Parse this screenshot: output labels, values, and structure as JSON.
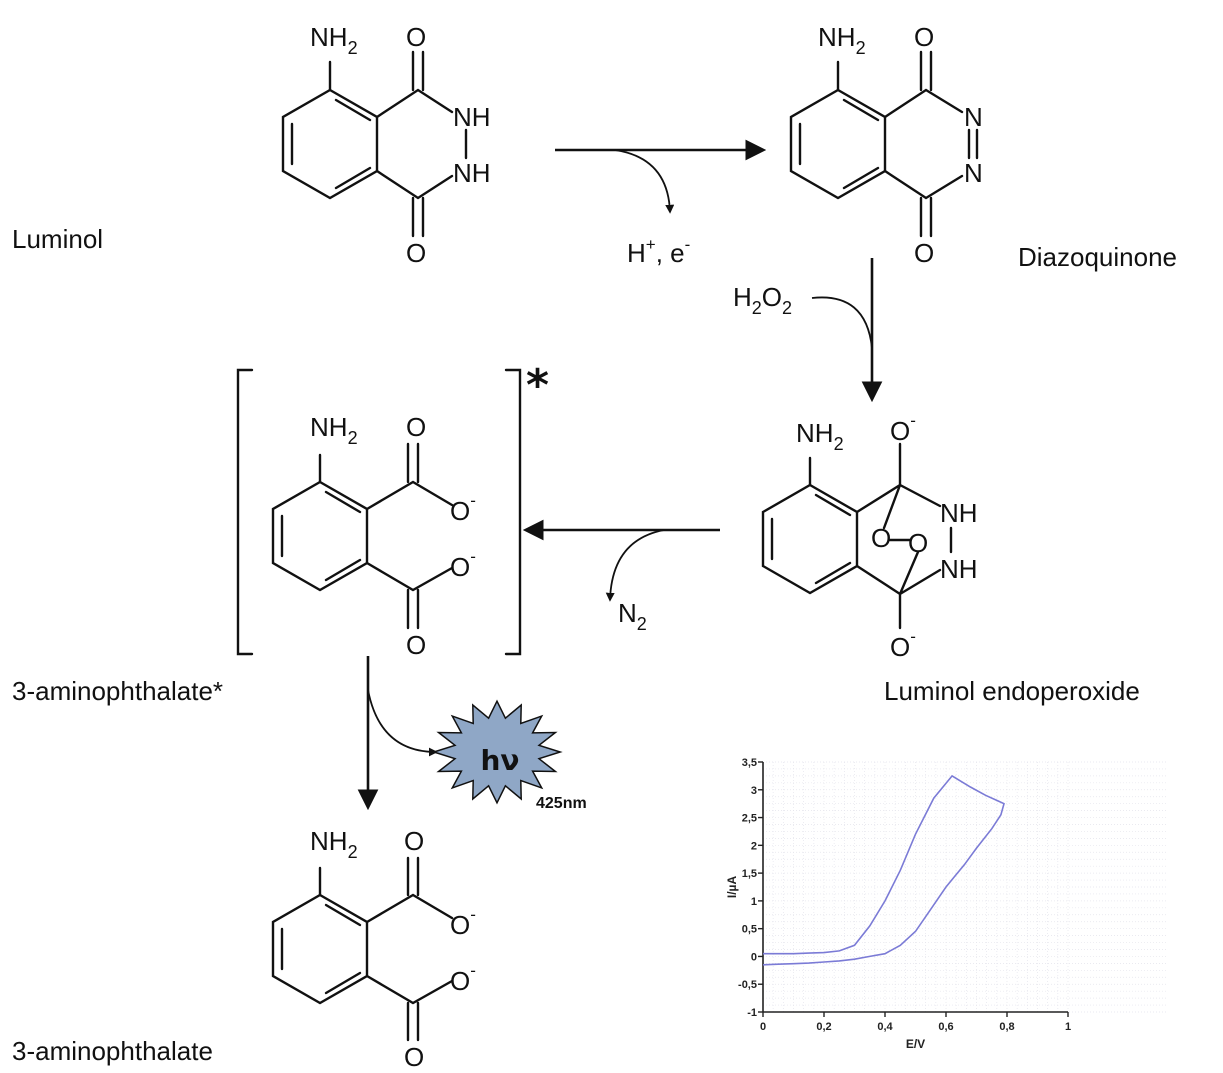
{
  "labels": {
    "luminol": "Luminol",
    "diazoquinone": "Diazoquinone",
    "endoperoxide": "Luminol endoperoxide",
    "aminophthalate_star": "3-aminophthalate*",
    "aminophthalate": "3-aminophthalate"
  },
  "atoms": {
    "nh2_main": "NH",
    "nh2_sub": "2",
    "o": "O",
    "nh": "NH",
    "n": "N",
    "o_minus": "-"
  },
  "reagents": {
    "step1_h": "H",
    "step1_plus": "+",
    "step1_e": ", e",
    "step1_minus": "-",
    "h2o2_h": "H",
    "h2o2_2a": "2",
    "h2o2_o": "O",
    "h2o2_2b": "2",
    "n2_n": "N",
    "n2_2": "2",
    "excited_star": "*"
  },
  "emission": {
    "photon": "hν",
    "wavelength": "425nm",
    "burst_color": "#8fa7c6"
  },
  "chart_data": {
    "type": "line",
    "xlabel": "E/V",
    "ylabel": "I/µA",
    "xlim": [
      0,
      1
    ],
    "ylim": [
      -1,
      3.5
    ],
    "xticks": [
      "0",
      "0,2",
      "0,4",
      "0,6",
      "0,8",
      "1"
    ],
    "xtick_values": [
      0,
      0.2,
      0.4,
      0.6,
      0.8,
      1
    ],
    "yticks": [
      "3,5",
      "3",
      "2,5",
      "2",
      "1,5",
      "1",
      "0,5",
      "0",
      "-0,5",
      "-1"
    ],
    "ytick_values": [
      3.5,
      3,
      2.5,
      2,
      1.5,
      1,
      0.5,
      0,
      -0.5,
      -1
    ],
    "grid": true,
    "line_color": "#7b7bd6",
    "series": [
      {
        "x": [
          0,
          0.05,
          0.1,
          0.15,
          0.2,
          0.25,
          0.3,
          0.35,
          0.4,
          0.45,
          0.5,
          0.55,
          0.6,
          0.63,
          0.66,
          0.7,
          0.75,
          0.78,
          0.79,
          0.77,
          0.73,
          0.68,
          0.62,
          0.56,
          0.5,
          0.45,
          0.4,
          0.35,
          0.3,
          0.25,
          0.2,
          0.15,
          0.1,
          0.05,
          0
        ],
        "y": [
          -0.15,
          -0.14,
          -0.13,
          -0.12,
          -0.1,
          -0.08,
          -0.05,
          0.0,
          0.05,
          0.2,
          0.45,
          0.85,
          1.25,
          1.45,
          1.65,
          1.95,
          2.3,
          2.55,
          2.75,
          2.8,
          2.9,
          3.05,
          3.25,
          2.85,
          2.2,
          1.55,
          1.0,
          0.55,
          0.2,
          0.1,
          0.07,
          0.06,
          0.05,
          0.05,
          0.05
        ]
      }
    ]
  }
}
